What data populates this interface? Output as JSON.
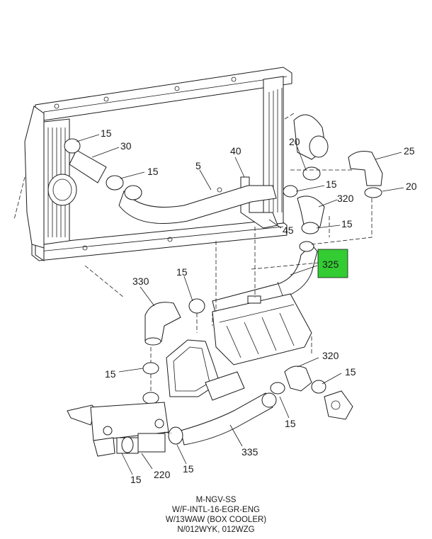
{
  "accent_color": "#33cc33",
  "callouts": {
    "c15_tl": "15",
    "c30": "30",
    "c15_ml": "15",
    "c5": "5",
    "c40": "40",
    "c20_t": "20",
    "c25": "25",
    "c15_m": "15",
    "c20_r": "20",
    "c320_t": "320",
    "c45": "45",
    "c15_r": "15",
    "c325": "325",
    "c330": "330",
    "c15_c": "15",
    "c320_b": "320",
    "c15_rb": "15",
    "c15_l": "15",
    "c15_b": "15",
    "c335": "335",
    "c15_bb": "15",
    "c220": "220",
    "c15_bl": "15"
  },
  "caption": {
    "line1": "M-NGV-SS",
    "line2": "W/F-INTL-16-EGR-ENG",
    "line3": "W/13WAW (BOX COOLER)",
    "line4": "N/012WYK, 012WZG"
  }
}
